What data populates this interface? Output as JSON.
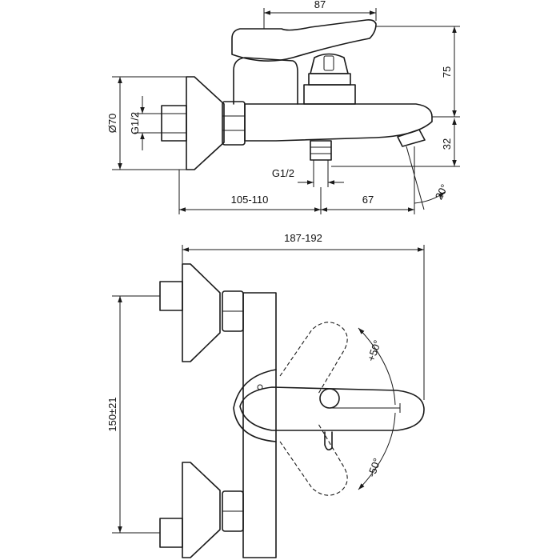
{
  "dimensions": {
    "lever_reach": "87",
    "lever_height": "75",
    "wall_plate_diameter": "Ø70",
    "inlet_thread": "G1/2",
    "shower_outlet_height": "32",
    "shower_outlet_thread": "G1/2",
    "spout_angle": "20°",
    "wall_to_outlet": "105-110",
    "outlet_to_spout": "67",
    "total_projection": "187-192",
    "inlet_spacing": "150±21",
    "rotation_plus": "+50°",
    "rotation_minus": "-50°"
  },
  "colors": {
    "line": "#1a1a1a",
    "background": "#ffffff"
  }
}
